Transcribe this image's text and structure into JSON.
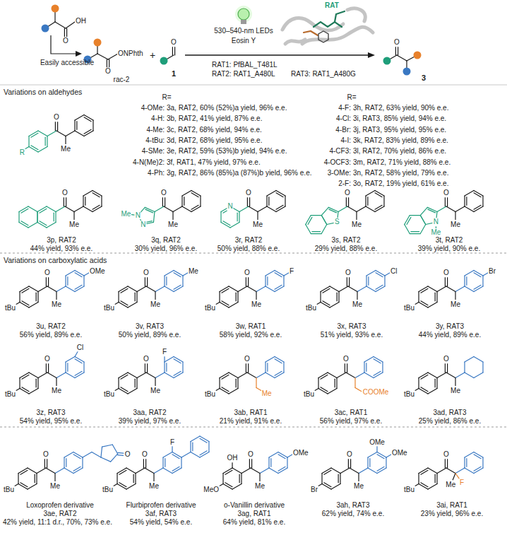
{
  "diagram": {
    "labels": [
      "O",
      "OH",
      "Easily accessible",
      "O",
      "ONPhth",
      "rac-2",
      "+",
      "O",
      "1",
      "530–540-nm LEDs",
      "Eosin Y",
      "RAT",
      "RAT1: PfBAL_T481L",
      "RAT2: RAT1_A480L",
      "RAT3: RAT1_A480G",
      "O",
      "3",
      "Variations on aldehydes",
      "O",
      "R",
      "Me",
      "R=",
      "R=",
      "4-OMe:",
      "3a, RAT2, 60% (52%)a yield, 96% e.e.",
      "4-H:",
      "3b, RAT2, 41% yield, 87% e.e.",
      "4-Me:",
      "3c, RAT2, 68% yield, 94% e.e.",
      "4-tBu:",
      "3d, RAT2, 68% yield, 95% e.e.",
      "4-SMe:",
      "3e, RAT2, 59% (53%)b yield, 94% e.e.",
      "4-N(Me)2:",
      "3f, RAT1, 47% yield, 97% e.e.",
      "4-Ph:",
      "3g, RAT2, 86% (85%)a (87%)b yield, 96% e.e.",
      "4-F:",
      "3h, RAT2, 63% yield, 90% e.e.",
      "4-Cl:",
      "3i, RAT3, 85% yield, 94% e.e.",
      "4-Br:",
      "3j, RAT3, 95% yield, 95% e.e.",
      "4-I:",
      "3k, RAT2, 83% yield, 89% e.e.",
      "4-CF3:",
      "3l, RAT2, 70% yield, 86% e.e.",
      "4-OCF3:",
      "3m, RAT2, 71% yield, 88% e.e.",
      "3-OMe:",
      "3n, RAT2, 58% yield, 79% e.e.",
      "2-F:",
      "3o, RAT2, 19% yield, 61% e.e.",
      "O",
      "Me",
      "3p, RAT2",
      "44% yield, 93% e.e.",
      "O",
      "Me",
      "N",
      "N",
      "Me",
      "3q, RAT2",
      "30% yield, 96% e.e.",
      "O",
      "Me",
      "N",
      "3r, RAT2",
      "50% yield, 88% e.e.",
      "O",
      "Me",
      "S",
      "3s, RAT2",
      "29% yield, 88% e.e.",
      "O",
      "Me",
      "N",
      "Me",
      "3t, RAT2",
      "39% yield, 90% e.e.",
      "Variations on carboxylatic acids",
      "O",
      "tBu",
      "Me",
      "OMe",
      "3u, RAT2",
      "56% yield, 89% e.e.",
      "O",
      "tBu",
      "Me",
      "Me",
      "3v, RAT3",
      "50% yield, 89% e.e.",
      "O",
      "tBu",
      "Me",
      "F",
      "3w, RAT1",
      "58% yield, 92% e.e.",
      "O",
      "tBu",
      "Me",
      "Cl",
      "3x, RAT3",
      "51% yield, 93% e.e.",
      "O",
      "tBu",
      "Me",
      "Br",
      "3y, RAT3",
      "44% yield, 89% e.e.",
      "O",
      "tBu",
      "Me",
      "Cl",
      "3z, RAT3",
      "54% yield, 95% e.e.",
      "O",
      "tBu",
      "Me",
      "F",
      "3aa, RAT2",
      "39% yield, 97% e.e.",
      "O",
      "tBu",
      "Me",
      "3ab, RAT1",
      "21% yield, 91% e.e.",
      "O",
      "tBu",
      "COOMe",
      "3ac, RAT1",
      "56% yield, 97% e.e.",
      "O",
      "tBu",
      "Me",
      "3ad, RAT3",
      "25% yield, 86% e.e.",
      "O",
      "tBu",
      "Me",
      "O",
      "Loxoprofen derivative",
      "3ae, RAT2",
      "42% yield, 11:1 d.r., 70%, 73% e.e.",
      "O",
      "tBu",
      "Me",
      "F",
      "Flurbiprofen derivative",
      "3af, RAT3",
      "54% yield, 54% e.e.",
      "O",
      "OH",
      "MeO",
      "Me",
      "OMe",
      "o-Vanillin derivative",
      "3ag, RAT1",
      "64% yield, 81% e.e.",
      "O",
      "Br",
      "Me",
      "OMe",
      "OMe",
      "3ah, RAT3",
      "62% yield, 74% e.e.",
      "O",
      "tBu",
      "Me",
      "F",
      "3ai, RAT1",
      "23% yield, 96% e.e."
    ]
  }
}
